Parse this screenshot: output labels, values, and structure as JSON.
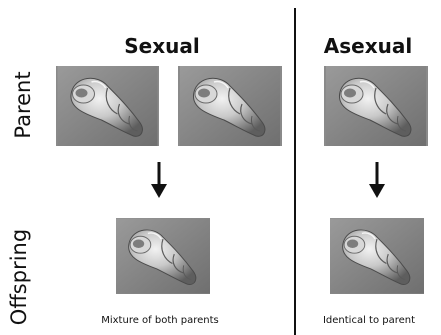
{
  "columns": {
    "sexual": {
      "title": "Sexual",
      "caption": "Mixture of both parents"
    },
    "asexual": {
      "title": "Asexual",
      "caption": "Identical to parent"
    }
  },
  "rows": {
    "parent": "Parent",
    "offspring": "Offspring"
  },
  "icons": {
    "arrow": "down-arrow-icon",
    "snail": "snail-shell-icon"
  },
  "colors": {
    "text": "#111111",
    "photo_bg": "#8a8a8a",
    "divider": "#111111"
  }
}
